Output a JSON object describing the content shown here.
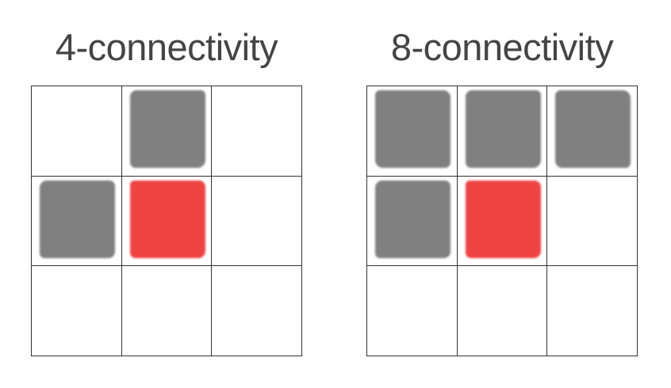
{
  "panels": [
    {
      "title": "4-connectivity",
      "cells": [
        "empty",
        "neighbor",
        "empty",
        "neighbor",
        "center",
        "empty",
        "empty",
        "empty",
        "empty"
      ]
    },
    {
      "title": "8-connectivity",
      "cells": [
        "neighbor",
        "neighbor",
        "neighbor",
        "neighbor",
        "center",
        "empty",
        "empty",
        "empty",
        "empty"
      ]
    }
  ],
  "colors": {
    "neighbor": "#808080",
    "center": "#ee4444",
    "grid_line": "#333333",
    "title_text": "#444444"
  }
}
